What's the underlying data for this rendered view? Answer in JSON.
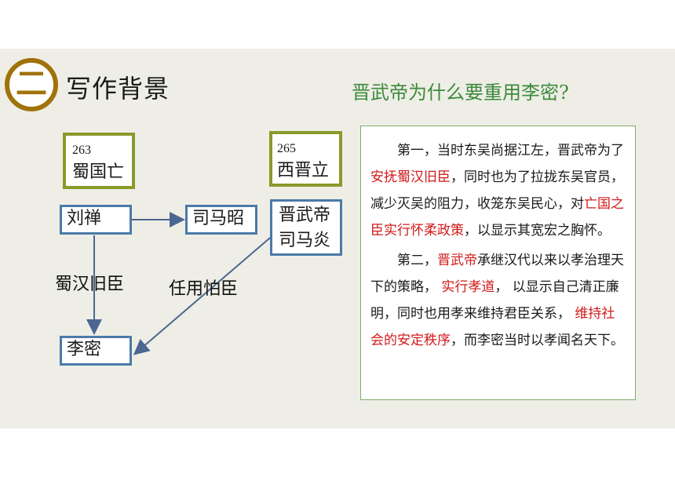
{
  "section": {
    "number": "二",
    "title": "写作背景"
  },
  "question": "晋武帝为什么要重用李密?",
  "timeline": [
    {
      "year": "263",
      "event": "蜀国亡"
    },
    {
      "year": "265",
      "event": "西晋立"
    }
  ],
  "nodes": {
    "liushan": "刘禅",
    "simazhao": "司马昭",
    "jinwudi_line1": "晋武帝",
    "jinwudi_line2": "司马炎",
    "limi": "李密"
  },
  "edges": {
    "shuhan_label": "蜀汉旧臣",
    "renyong_label": "任用怕臣"
  },
  "explanation": {
    "p1": [
      {
        "text": "第一，当时东吴尚据江左，晋武帝为了",
        "highlight": false
      },
      {
        "text": "安抚蜀汉旧臣",
        "highlight": true
      },
      {
        "text": "，同时也为了拉拢东吴官员，减少灭吴的阻力，收笼东吴民心，对",
        "highlight": false
      },
      {
        "text": "亡国之臣实行怀柔政策",
        "highlight": true
      },
      {
        "text": "，以显示其宽宏之胸怀。",
        "highlight": false
      }
    ],
    "p2": [
      {
        "text": "第二，",
        "highlight": false
      },
      {
        "text": "晋武帝",
        "highlight": true
      },
      {
        "text": "承继汉代以来以孝治理天下的策略， ",
        "highlight": false
      },
      {
        "text": "实行孝道",
        "highlight": true
      },
      {
        "text": "， 以显示自己清正廉明，同时也用孝来维持君臣关系， ",
        "highlight": false
      },
      {
        "text": "维持社会的安定秩序",
        "highlight": true
      },
      {
        "text": "，而李密当时以孝闻名天下。",
        "highlight": false
      }
    ]
  },
  "colors": {
    "accent_gold": "#a0720a",
    "timeline_border": "#8a9a2a",
    "node_border": "#4b7aa8",
    "question_green": "#3d8a3d",
    "highlight_red": "#d11a1a"
  }
}
